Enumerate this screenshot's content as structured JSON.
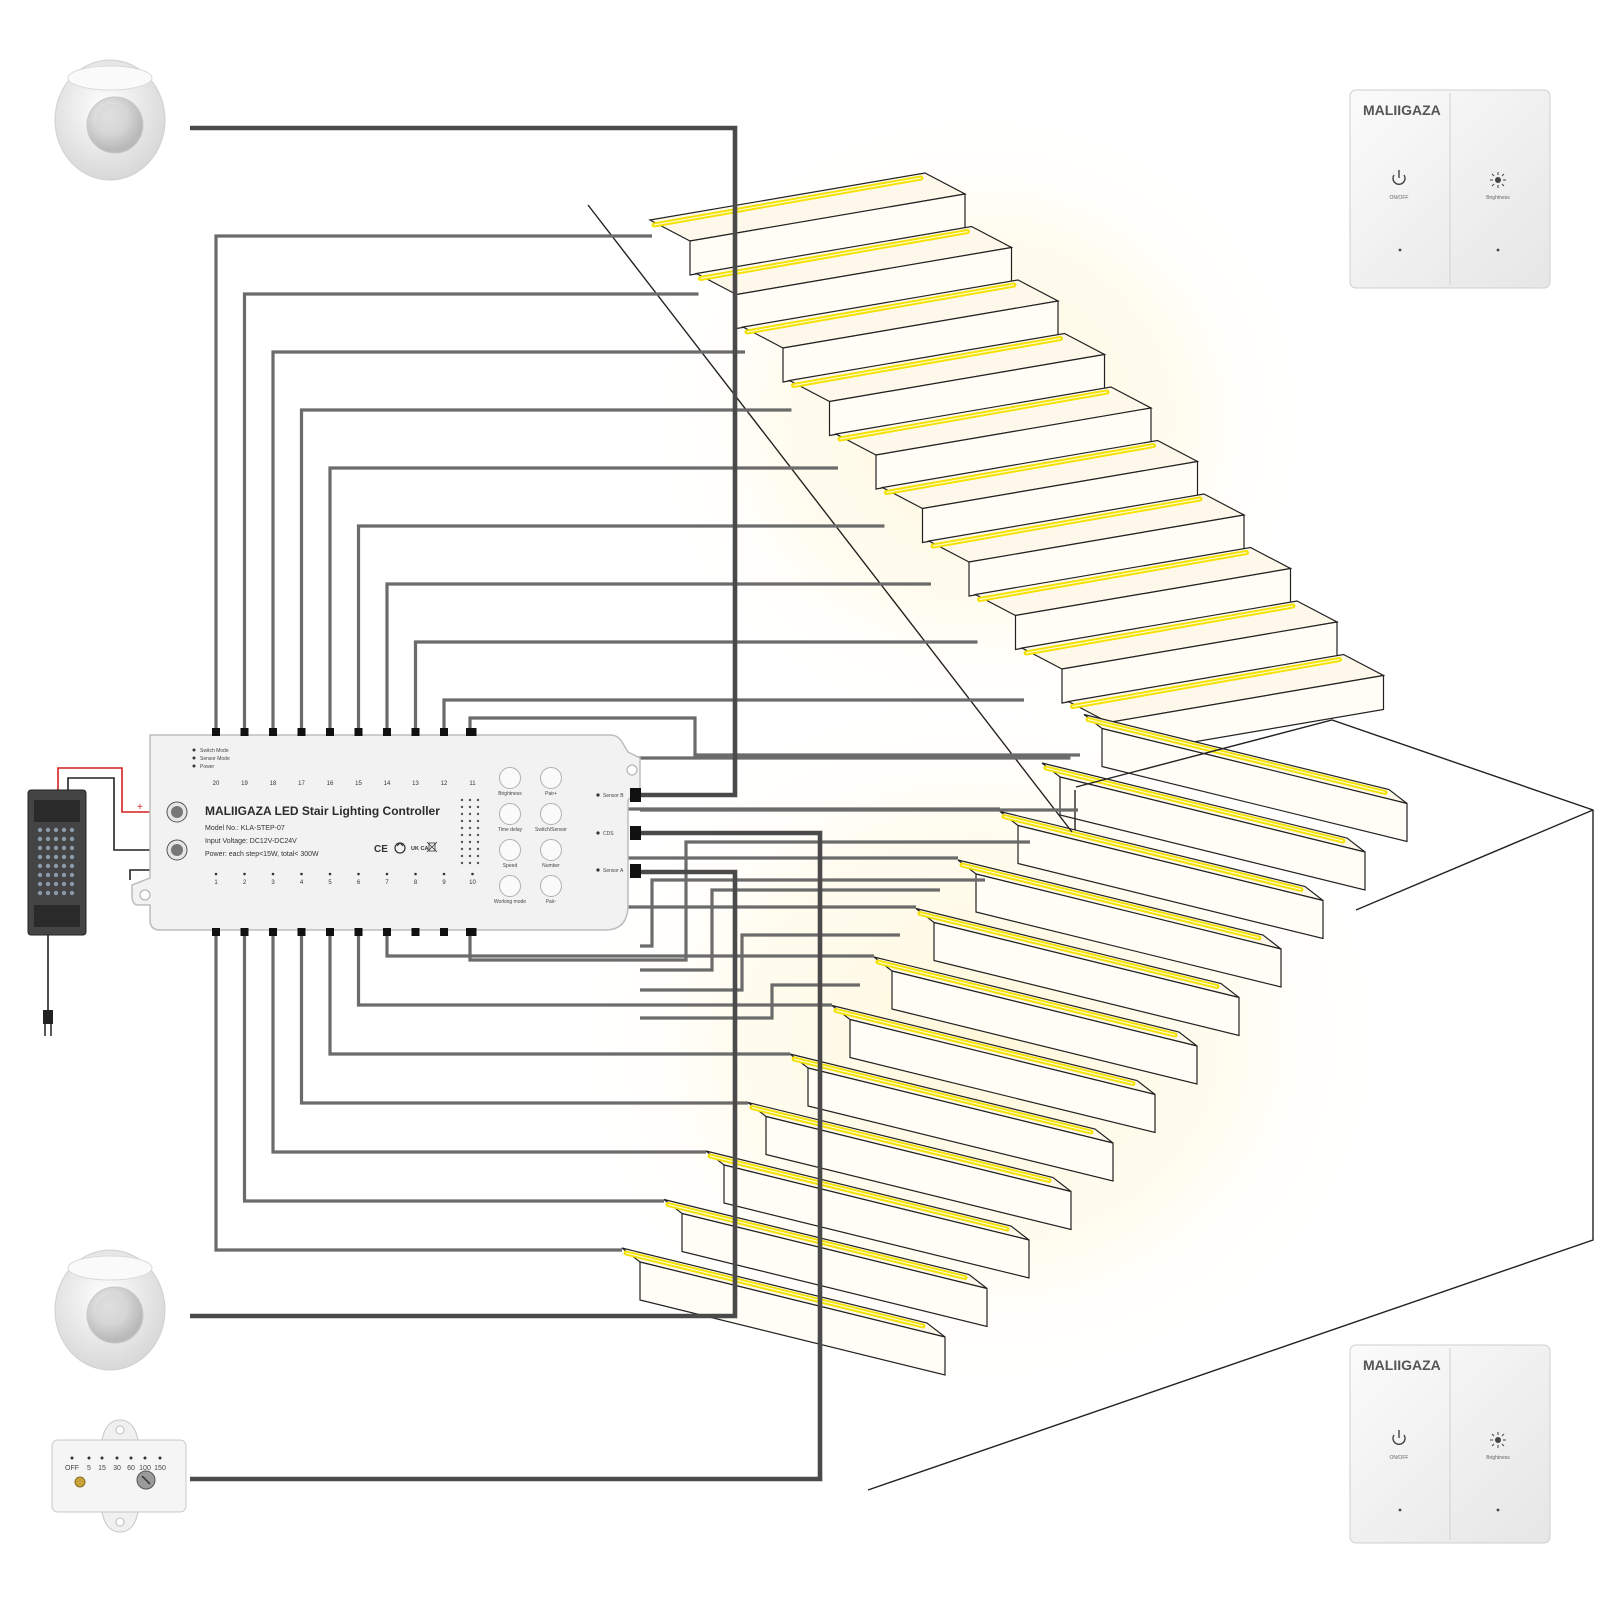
{
  "controller": {
    "title": "MALIIGAZA LED Stair Lighting Controller",
    "model": "Model No.: KLA-STEP-07",
    "input": "Input Voltage: DC12V-DC24V",
    "power": "Power: each step<15W, total< 300W",
    "modes": [
      "Switch Mode",
      "Sensor Mode",
      "Power"
    ],
    "top_numbers": [
      "20",
      "19",
      "18",
      "17",
      "16",
      "15",
      "14",
      "13",
      "12",
      "11"
    ],
    "bottom_numbers": [
      "1",
      "2",
      "3",
      "4",
      "5",
      "6",
      "7",
      "8",
      "9",
      "10"
    ],
    "buttons": [
      "Brightness",
      "Pair+",
      "Time delay",
      "Switch/Sensor",
      "Speed",
      "Number",
      "Working mode",
      "Pair-"
    ],
    "ports": [
      "Sensor B",
      "CDS",
      "Sensor A"
    ],
    "cert_marks": [
      "CE",
      "UK CA"
    ]
  },
  "power_supply": {
    "plus": "+",
    "minus": "-"
  },
  "timer_module": {
    "labels": [
      "OFF",
      "5",
      "15",
      "30",
      "60",
      "100",
      "150"
    ]
  },
  "wall_switch_top": {
    "brand": "MALIIGAZA",
    "left_label": "ON/OFF",
    "right_label": "Brightness"
  },
  "wall_switch_bottom": {
    "brand": "MALIIGAZA",
    "left_label": "ON/OFF",
    "right_label": "Brightness"
  },
  "icons": {
    "power": "power-icon",
    "brightness": "sun-icon",
    "sensor": "motion-sensor-icon",
    "recycle": "recycle-icon",
    "bin": "waste-bin-icon"
  },
  "colors": {
    "wire": "#6b6b6b",
    "thick_wire": "#4a4a4a",
    "led_strip": "#f5e100",
    "glow": "#ffe69a",
    "red_wire": "#d42020"
  }
}
